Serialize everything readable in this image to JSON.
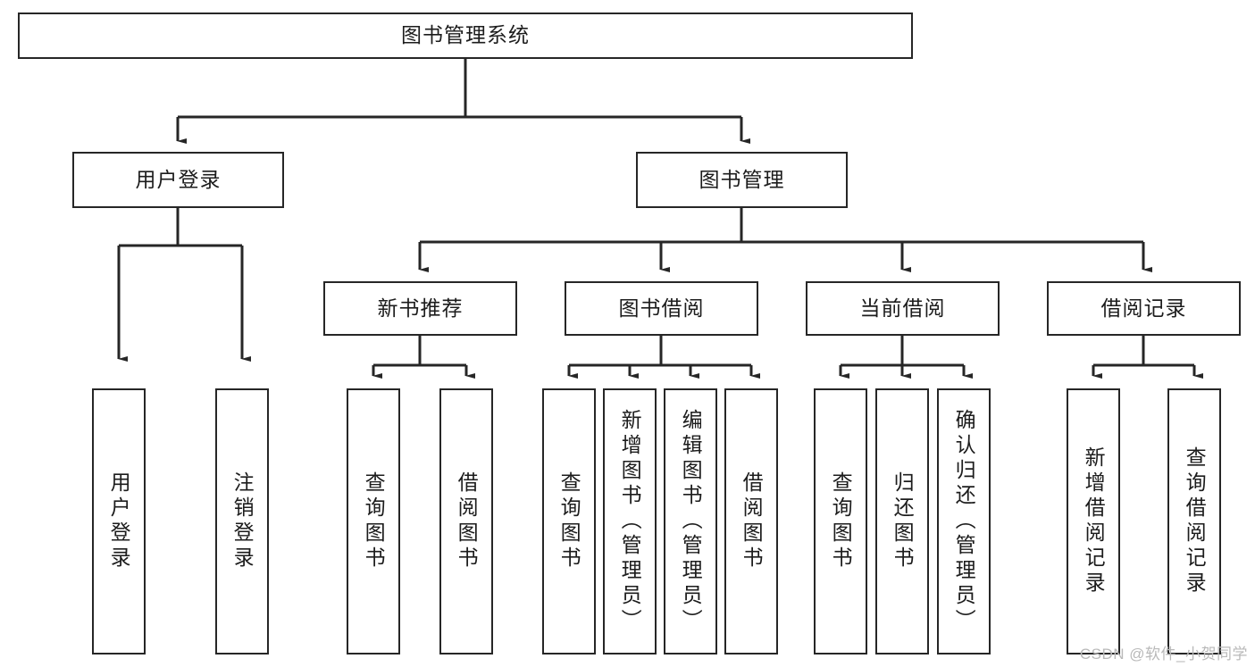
{
  "diagram": {
    "title": "图书管理系统",
    "watermark": "CSDN @软件_小贺同学",
    "stroke_color": "#262626",
    "text_color": "#1c1c1c",
    "background": "#ffffff",
    "nodes": {
      "root": "图书管理系统",
      "level2": {
        "user_login": "用户登录",
        "book_manage": "图书管理"
      },
      "level3": {
        "new_book_recommend": "新书推荐",
        "book_borrow": "图书借阅",
        "current_borrow": "当前借阅",
        "borrow_record": "借阅记录"
      },
      "leaves": {
        "user_login_1": "用户登录",
        "user_login_2": "注销登录",
        "recommend_1": "查询图书",
        "recommend_2": "借阅图书",
        "borrow_1": "查询图书",
        "borrow_2": "新增图书（管理员）",
        "borrow_3": "编辑图书（管理员）",
        "borrow_4": "借阅图书",
        "current_1": "查询图书",
        "current_2": "归还图书",
        "current_3": "确认归还（管理员）",
        "record_1": "新增借阅记录",
        "record_2": "查询借阅记录"
      }
    }
  },
  "chart_data": {
    "type": "diagram",
    "title": "图书管理系统",
    "layout": "top-down tree / functional decomposition",
    "levels": 4,
    "tree": [
      {
        "label": "图书管理系统",
        "children": [
          {
            "label": "用户登录",
            "children": [
              {
                "label": "用户登录",
                "children": []
              },
              {
                "label": "注销登录",
                "children": []
              }
            ]
          },
          {
            "label": "图书管理",
            "children": [
              {
                "label": "新书推荐",
                "children": [
                  {
                    "label": "查询图书",
                    "children": []
                  },
                  {
                    "label": "借阅图书",
                    "children": []
                  }
                ]
              },
              {
                "label": "图书借阅",
                "children": [
                  {
                    "label": "查询图书",
                    "children": []
                  },
                  {
                    "label": "新增图书（管理员）",
                    "children": []
                  },
                  {
                    "label": "编辑图书（管理员）",
                    "children": []
                  },
                  {
                    "label": "借阅图书",
                    "children": []
                  }
                ]
              },
              {
                "label": "当前借阅",
                "children": [
                  {
                    "label": "查询图书",
                    "children": []
                  },
                  {
                    "label": "归还图书",
                    "children": []
                  },
                  {
                    "label": "确认归还（管理员）",
                    "children": []
                  }
                ]
              },
              {
                "label": "借阅记录",
                "children": [
                  {
                    "label": "新增借阅记录",
                    "children": []
                  },
                  {
                    "label": "查询借阅记录",
                    "children": []
                  }
                ]
              }
            ]
          }
        ]
      }
    ]
  }
}
